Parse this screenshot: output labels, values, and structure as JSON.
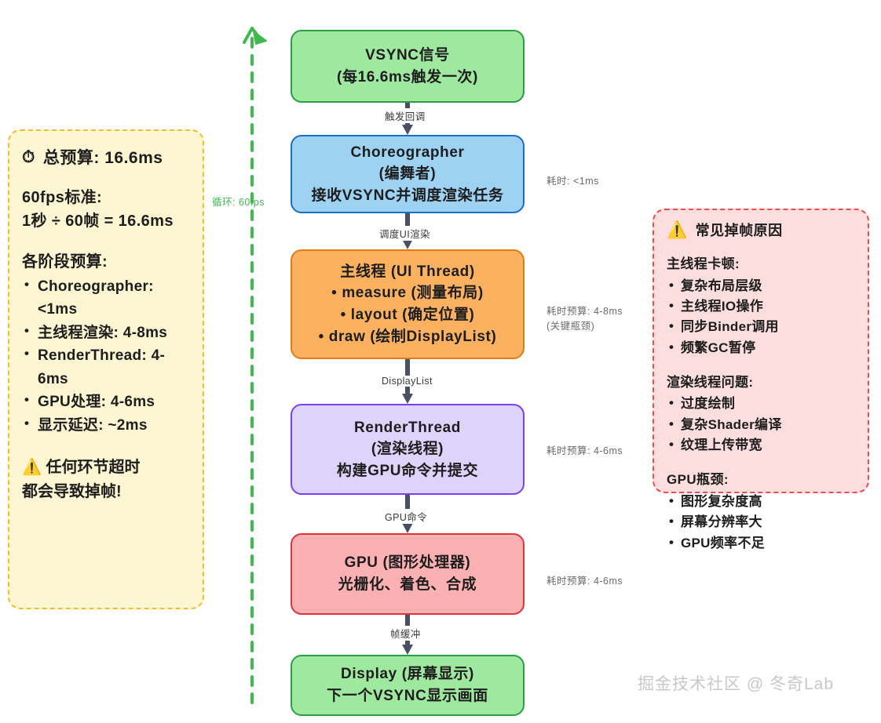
{
  "budget_panel": {
    "icon": "stopwatch-icon",
    "title": "总预算: 16.6ms",
    "standard_head": "60fps标准:",
    "standard_line": "1秒 ÷ 60帧 = 16.6ms",
    "stages_head": "各阶段预算:",
    "stages": [
      "Choreographer: <1ms",
      "主线程渲染: 4-8ms",
      "RenderThread: 4-6ms",
      "GPU处理: 4-6ms",
      "显示延迟: ~2ms"
    ],
    "warning_icon": "warning-triangle-icon",
    "warning_line1": "任何环节超时",
    "warning_line2": "都会导致掉帧!",
    "fill_color": "#fdf6d3",
    "border_color": "#f0c02c"
  },
  "causes_panel": {
    "icon": "warning-triangle-icon",
    "title": "常见掉帧原因",
    "groups": [
      {
        "head": "主线程卡顿:",
        "items": [
          "复杂布局层级",
          "主线程IO操作",
          "同步Binder调用",
          "频繁GC暂停"
        ]
      },
      {
        "head": "渲染线程问题:",
        "items": [
          "过度绘制",
          "复杂Shader编译",
          "纹理上传带宽"
        ]
      },
      {
        "head": "GPU瓶颈:",
        "items": [
          "图形复杂度高",
          "屏幕分辨率大",
          "GPU频率不足"
        ]
      }
    ],
    "fill_color": "#fbdedd",
    "border_color": "#ec4b52"
  },
  "flow": {
    "nodes": [
      {
        "id": "vsync",
        "lines": [
          "VSYNC信号",
          "(每16.6ms触发一次)"
        ],
        "fill_color": "#9fe8a0",
        "border_color": "#2e9e46"
      },
      {
        "id": "choreographer",
        "lines": [
          "Choreographer",
          "(编舞者)",
          "接收VSYNC并调度渲染任务"
        ],
        "fill_color": "#9ed2f3",
        "border_color": "#1a6fc4"
      },
      {
        "id": "ui-thread",
        "lines": [
          "主线程 (UI Thread)",
          "measure (测量布局)",
          "layout (确定位置)",
          "draw (绘制DisplayList)"
        ],
        "fill_color": "#fbb160",
        "border_color": "#e07b18"
      },
      {
        "id": "render-thread",
        "lines": [
          "RenderThread",
          "(渲染线程)",
          "构建GPU命令并提交"
        ],
        "fill_color": "#ded3fb",
        "border_color": "#7a3ff0"
      },
      {
        "id": "gpu",
        "lines": [
          "GPU (图形处理器)",
          "光栅化、着色、合成"
        ],
        "fill_color": "#fbb1b2",
        "border_color": "#e0333a"
      },
      {
        "id": "display",
        "lines": [
          "Display (屏幕显示)",
          "下一个VSYNC显示画面"
        ],
        "fill_color": "#9fe8a0",
        "border_color": "#2e9e46"
      }
    ],
    "arrow_labels": [
      "触发回调",
      "调度UI渲染",
      "DisplayList",
      "GPU命令",
      "帧缓冲"
    ],
    "timings": {
      "choreographer": "耗时: <1ms",
      "ui_thread_line1": "耗时预算: 4-8ms",
      "ui_thread_line2": "(关键瓶颈)",
      "render_thread": "耗时预算: 4-6ms",
      "gpu": "耗时预算: 4-6ms"
    },
    "loop_label": "循环: 60fps",
    "loop_color": "#3fb950"
  },
  "watermark": "掘金技术社区 @ 冬奇Lab"
}
